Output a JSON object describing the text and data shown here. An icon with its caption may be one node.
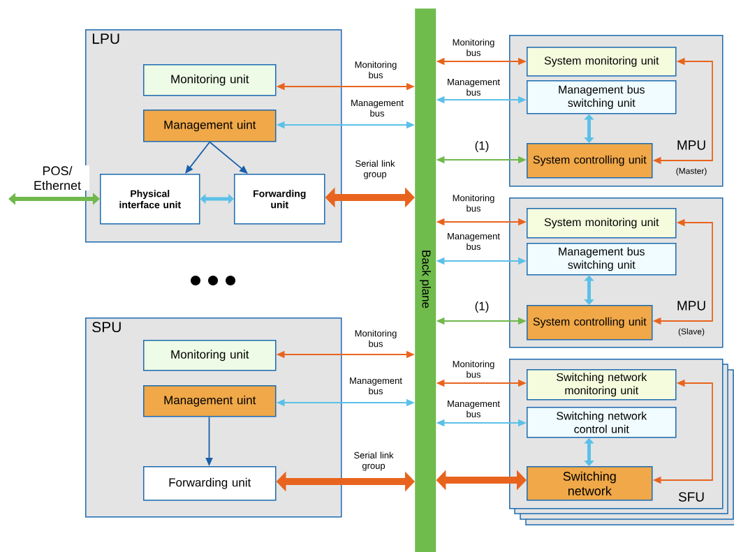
{
  "diagram": {
    "nodes": [
      {
        "text": [
          "LPU"
        ]
      },
      {
        "text": [
          "Monitoring unit"
        ],
        "in": 0
      },
      {
        "text": [
          "Management uint"
        ],
        "in": 0
      },
      {
        "text": [
          "Physical interface unit"
        ],
        "in": 0
      },
      {
        "text": [
          "Forwarding unit"
        ],
        "in": 0
      },
      {
        "text": [
          "SPU"
        ]
      },
      {
        "text": [
          "Monitoring unit"
        ],
        "in": 5
      },
      {
        "text": [
          "Management uint"
        ],
        "in": 5
      },
      {
        "text": [
          "Forwarding unit"
        ],
        "in": 5
      },
      {
        "text": [
          "Back plane"
        ]
      },
      {
        "text": [
          "MPU",
          "(Master)"
        ]
      },
      {
        "text": [
          "System monitoring unit"
        ],
        "in": 10
      },
      {
        "text": [
          "Management bus switching unit"
        ],
        "in": 10
      },
      {
        "text": [
          "System controlling unit"
        ],
        "in": 10
      },
      {
        "text": [
          "MPU",
          "(Slave)"
        ]
      },
      {
        "text": [
          "System monitoring unit"
        ],
        "in": 14
      },
      {
        "text": [
          "Management bus switching unit"
        ],
        "in": 14
      },
      {
        "text": [
          "System controlling unit"
        ],
        "in": 14
      },
      {
        "text": [
          "SFU"
        ]
      },
      {
        "text": [
          "Switching network monitoring unit"
        ],
        "in": 18
      },
      {
        "text": [
          "Switching network control unit"
        ],
        "in": 18
      },
      {
        "text": [
          "Switching network"
        ],
        "in": 18
      }
    ],
    "edges": [
      {
        "from": 1,
        "to": 9,
        "arrow": "both",
        "label": "Monitoring bus",
        "color": "#e8641e"
      },
      {
        "from": 2,
        "to": 9,
        "arrow": "both",
        "label": "Management bus",
        "color": "#5bc0e8"
      },
      {
        "from": 2,
        "to": 3,
        "arrow": "to",
        "color": "#1a5fa8"
      },
      {
        "from": 2,
        "to": 4,
        "arrow": "to",
        "color": "#1a5fa8"
      },
      {
        "from": 3,
        "to": 4,
        "arrow": "both",
        "style": "thick",
        "color": "#5bc0e8"
      },
      {
        "from": 4,
        "to": 9,
        "arrow": "both",
        "label": "Serial link group",
        "style": "thick",
        "color": "#e8641e"
      },
      {
        "from": null,
        "to": 3,
        "arrow": "both",
        "label": "POS/ Ethernet",
        "style": "thick",
        "color": "#70b84c"
      },
      {
        "from": 6,
        "to": 9,
        "arrow": "both",
        "label": "Monitoring bus",
        "color": "#e8641e"
      },
      {
        "from": 7,
        "to": 9,
        "arrow": "both",
        "label": "Management bus",
        "color": "#5bc0e8"
      },
      {
        "from": 7,
        "to": 8,
        "arrow": "to",
        "color": "#1a5fa8"
      },
      {
        "from": 8,
        "to": 9,
        "arrow": "both",
        "label": "Serial link group",
        "style": "thick",
        "color": "#e8641e"
      },
      {
        "from": 9,
        "to": 11,
        "arrow": "both",
        "label": "Monitoring bus",
        "color": "#e8641e"
      },
      {
        "from": 9,
        "to": 12,
        "arrow": "both",
        "label": "Management bus",
        "color": "#5bc0e8"
      },
      {
        "from": 9,
        "to": 13,
        "arrow": "both",
        "label": "(1)",
        "color": "#70b84c"
      },
      {
        "from": 12,
        "to": 13,
        "arrow": "both",
        "style": "thick",
        "color": "#5bc0e8"
      },
      {
        "from": 13,
        "to": 11,
        "arrow": "both",
        "color": "#e8641e"
      },
      {
        "from": 9,
        "to": 15,
        "arrow": "both",
        "label": "Monitoring bus",
        "color": "#e8641e"
      },
      {
        "from": 9,
        "to": 16,
        "arrow": "both",
        "label": "Management bus",
        "color": "#5bc0e8"
      },
      {
        "from": 9,
        "to": 17,
        "arrow": "both",
        "label": "(1)",
        "color": "#70b84c"
      },
      {
        "from": 16,
        "to": 17,
        "arrow": "both",
        "style": "thick",
        "color": "#5bc0e8"
      },
      {
        "from": 17,
        "to": 15,
        "arrow": "both",
        "color": "#e8641e"
      },
      {
        "from": 9,
        "to": 19,
        "arrow": "both",
        "label": "Monitoring bus",
        "color": "#e8641e"
      },
      {
        "from": 9,
        "to": 20,
        "arrow": "both",
        "label": "Management bus",
        "color": "#5bc0e8"
      },
      {
        "from": 9,
        "to": 21,
        "arrow": "both",
        "style": "thick",
        "color": "#e8641e"
      },
      {
        "from": 20,
        "to": 21,
        "arrow": "both",
        "style": "thick",
        "color": "#5bc0e8"
      },
      {
        "from": 21,
        "to": 19,
        "arrow": "both",
        "color": "#e8641e"
      }
    ]
  }
}
